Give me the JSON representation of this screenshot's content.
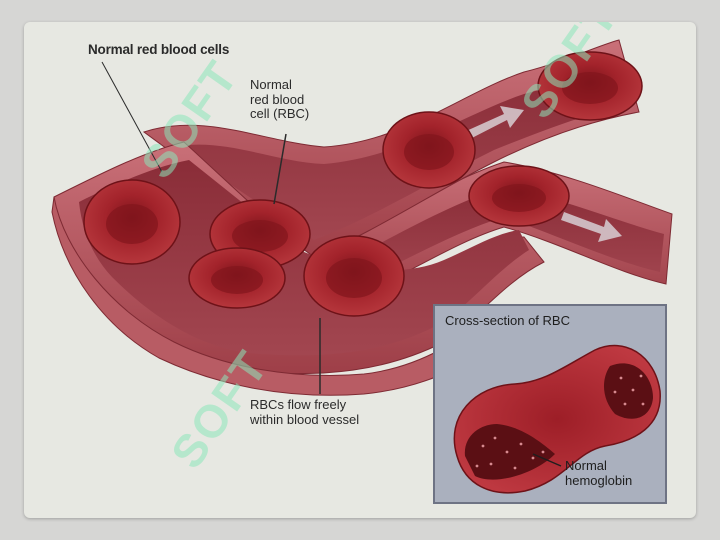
{
  "title": "Normal red blood cells",
  "label_rbc": [
    "Normal",
    "red blood",
    "cell (RBC)"
  ],
  "label_flow": [
    "RBCs flow freely",
    "within blood vessel"
  ],
  "inset": {
    "title": "Cross-section of RBC",
    "label": [
      "Normal",
      "hemoglobin"
    ]
  },
  "watermark": "SOFT",
  "colors": {
    "vessel": "#b45a61",
    "vessel_inner": "#8e3440",
    "cell": "#a8232b",
    "cell_dark": "#6e1218",
    "inset_bg": "#aab0be"
  }
}
